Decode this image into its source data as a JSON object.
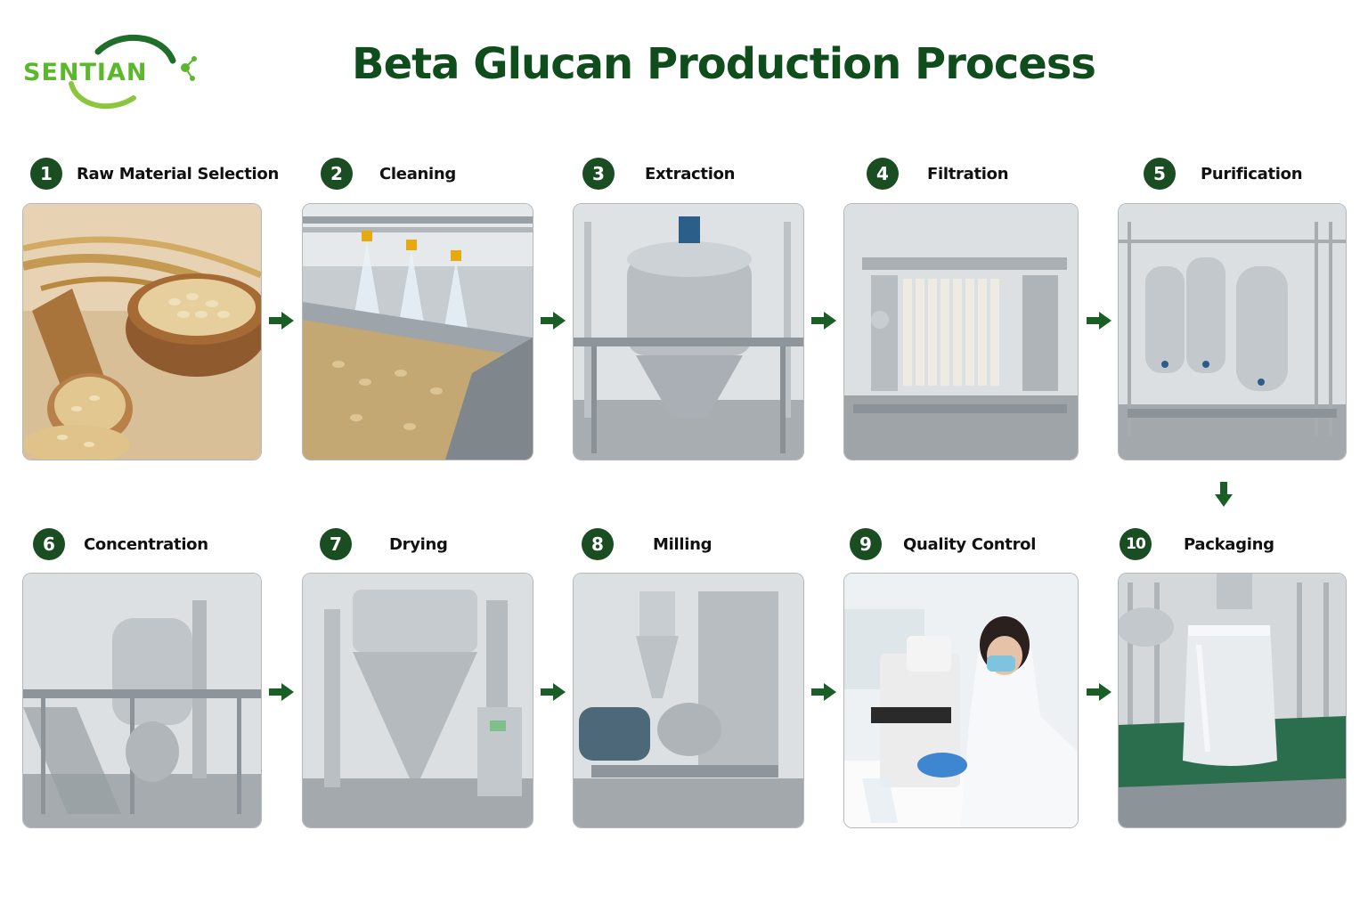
{
  "brand": {
    "logo_text": "SENTIAN"
  },
  "title": "Beta Glucan Production Process",
  "steps": [
    {
      "number": "1",
      "label": "Raw Material Selection",
      "illustration": "oat-grains-bowl-scoop"
    },
    {
      "number": "2",
      "label": "Cleaning",
      "illustration": "washing-conveyor-sprayers"
    },
    {
      "number": "3",
      "label": "Extraction",
      "illustration": "extraction-tank"
    },
    {
      "number": "4",
      "label": "Filtration",
      "illustration": "plate-filter-press"
    },
    {
      "number": "5",
      "label": "Purification",
      "illustration": "purification-columns"
    },
    {
      "number": "6",
      "label": "Concentration",
      "illustration": "evaporator-platform"
    },
    {
      "number": "7",
      "label": "Drying",
      "illustration": "spray-dryer-cone"
    },
    {
      "number": "8",
      "label": "Milling",
      "illustration": "grinding-mill-cyclone"
    },
    {
      "number": "9",
      "label": "Quality Control",
      "illustration": "lab-technician-microscope"
    },
    {
      "number": "10",
      "label": "Packaging",
      "illustration": "foil-pouch-conveyor"
    }
  ],
  "colors": {
    "title": "#0f4d1d",
    "badge": "#1a4d22",
    "arrow": "#1a5e25",
    "logo": "#5ab82a",
    "steel": "#c9ced2"
  }
}
